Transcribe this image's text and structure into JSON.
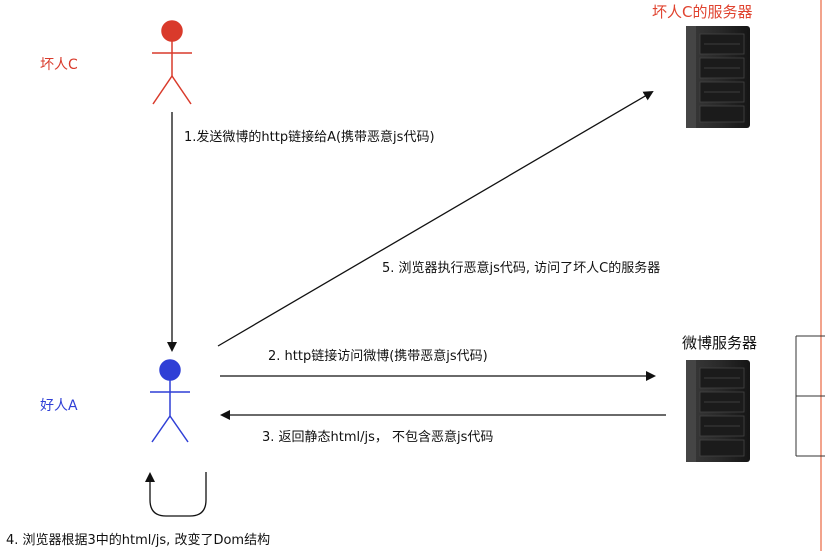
{
  "actors": {
    "bad": {
      "label": "坏人C",
      "color": "#d93a2b"
    },
    "good": {
      "label": "好人A",
      "color": "#2f3fd6"
    }
  },
  "servers": {
    "attacker": {
      "label": "坏人C的服务器",
      "label_color": "#e0432f"
    },
    "weibo": {
      "label": "微博服务器",
      "label_color": "#111111"
    }
  },
  "steps": [
    {
      "label": "1.发送微博的http链接给A(携带恶意js代码)"
    },
    {
      "label": "2. http链接访问微博(携带恶意js代码)"
    },
    {
      "label": "3. 返回静态html/js， 不包含恶意js代码"
    },
    {
      "label": "4. 浏览器根据3中的html/js, 改变了Dom结构"
    },
    {
      "label": "5. 浏览器执行恶意js代码, 访问了坏人C的服务器"
    }
  ],
  "colors": {
    "line": "#111111",
    "frame": "#e8663f",
    "server_body": "#2b2b2b",
    "server_panel": "#1a1a1a"
  }
}
